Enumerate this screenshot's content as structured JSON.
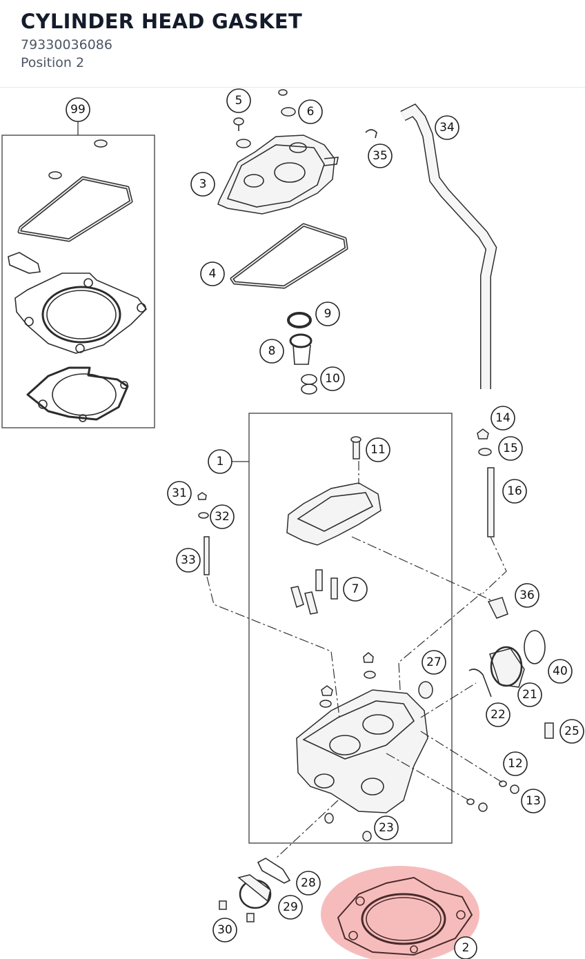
{
  "header": {
    "title": "CYLINDER HEAD GASKET",
    "part_number": "79330036086",
    "position": "Position 2"
  },
  "highlight": {
    "color": "#f2a0a0",
    "callout": "2"
  },
  "callouts": {
    "c1": "1",
    "c2": "2",
    "c3": "3",
    "c4": "4",
    "c5": "5",
    "c6": "6",
    "c7": "7",
    "c8": "8",
    "c9": "9",
    "c10": "10",
    "c11": "11",
    "c12": "12",
    "c13": "13",
    "c14": "14",
    "c15": "15",
    "c16": "16",
    "c21": "21",
    "c22": "22",
    "c23": "23",
    "c25": "25",
    "c27": "27",
    "c28": "28",
    "c29": "29",
    "c30": "30",
    "c31": "31",
    "c32": "32",
    "c33": "33",
    "c34": "34",
    "c35": "35",
    "c36": "36",
    "c40": "40",
    "c99": "99"
  }
}
